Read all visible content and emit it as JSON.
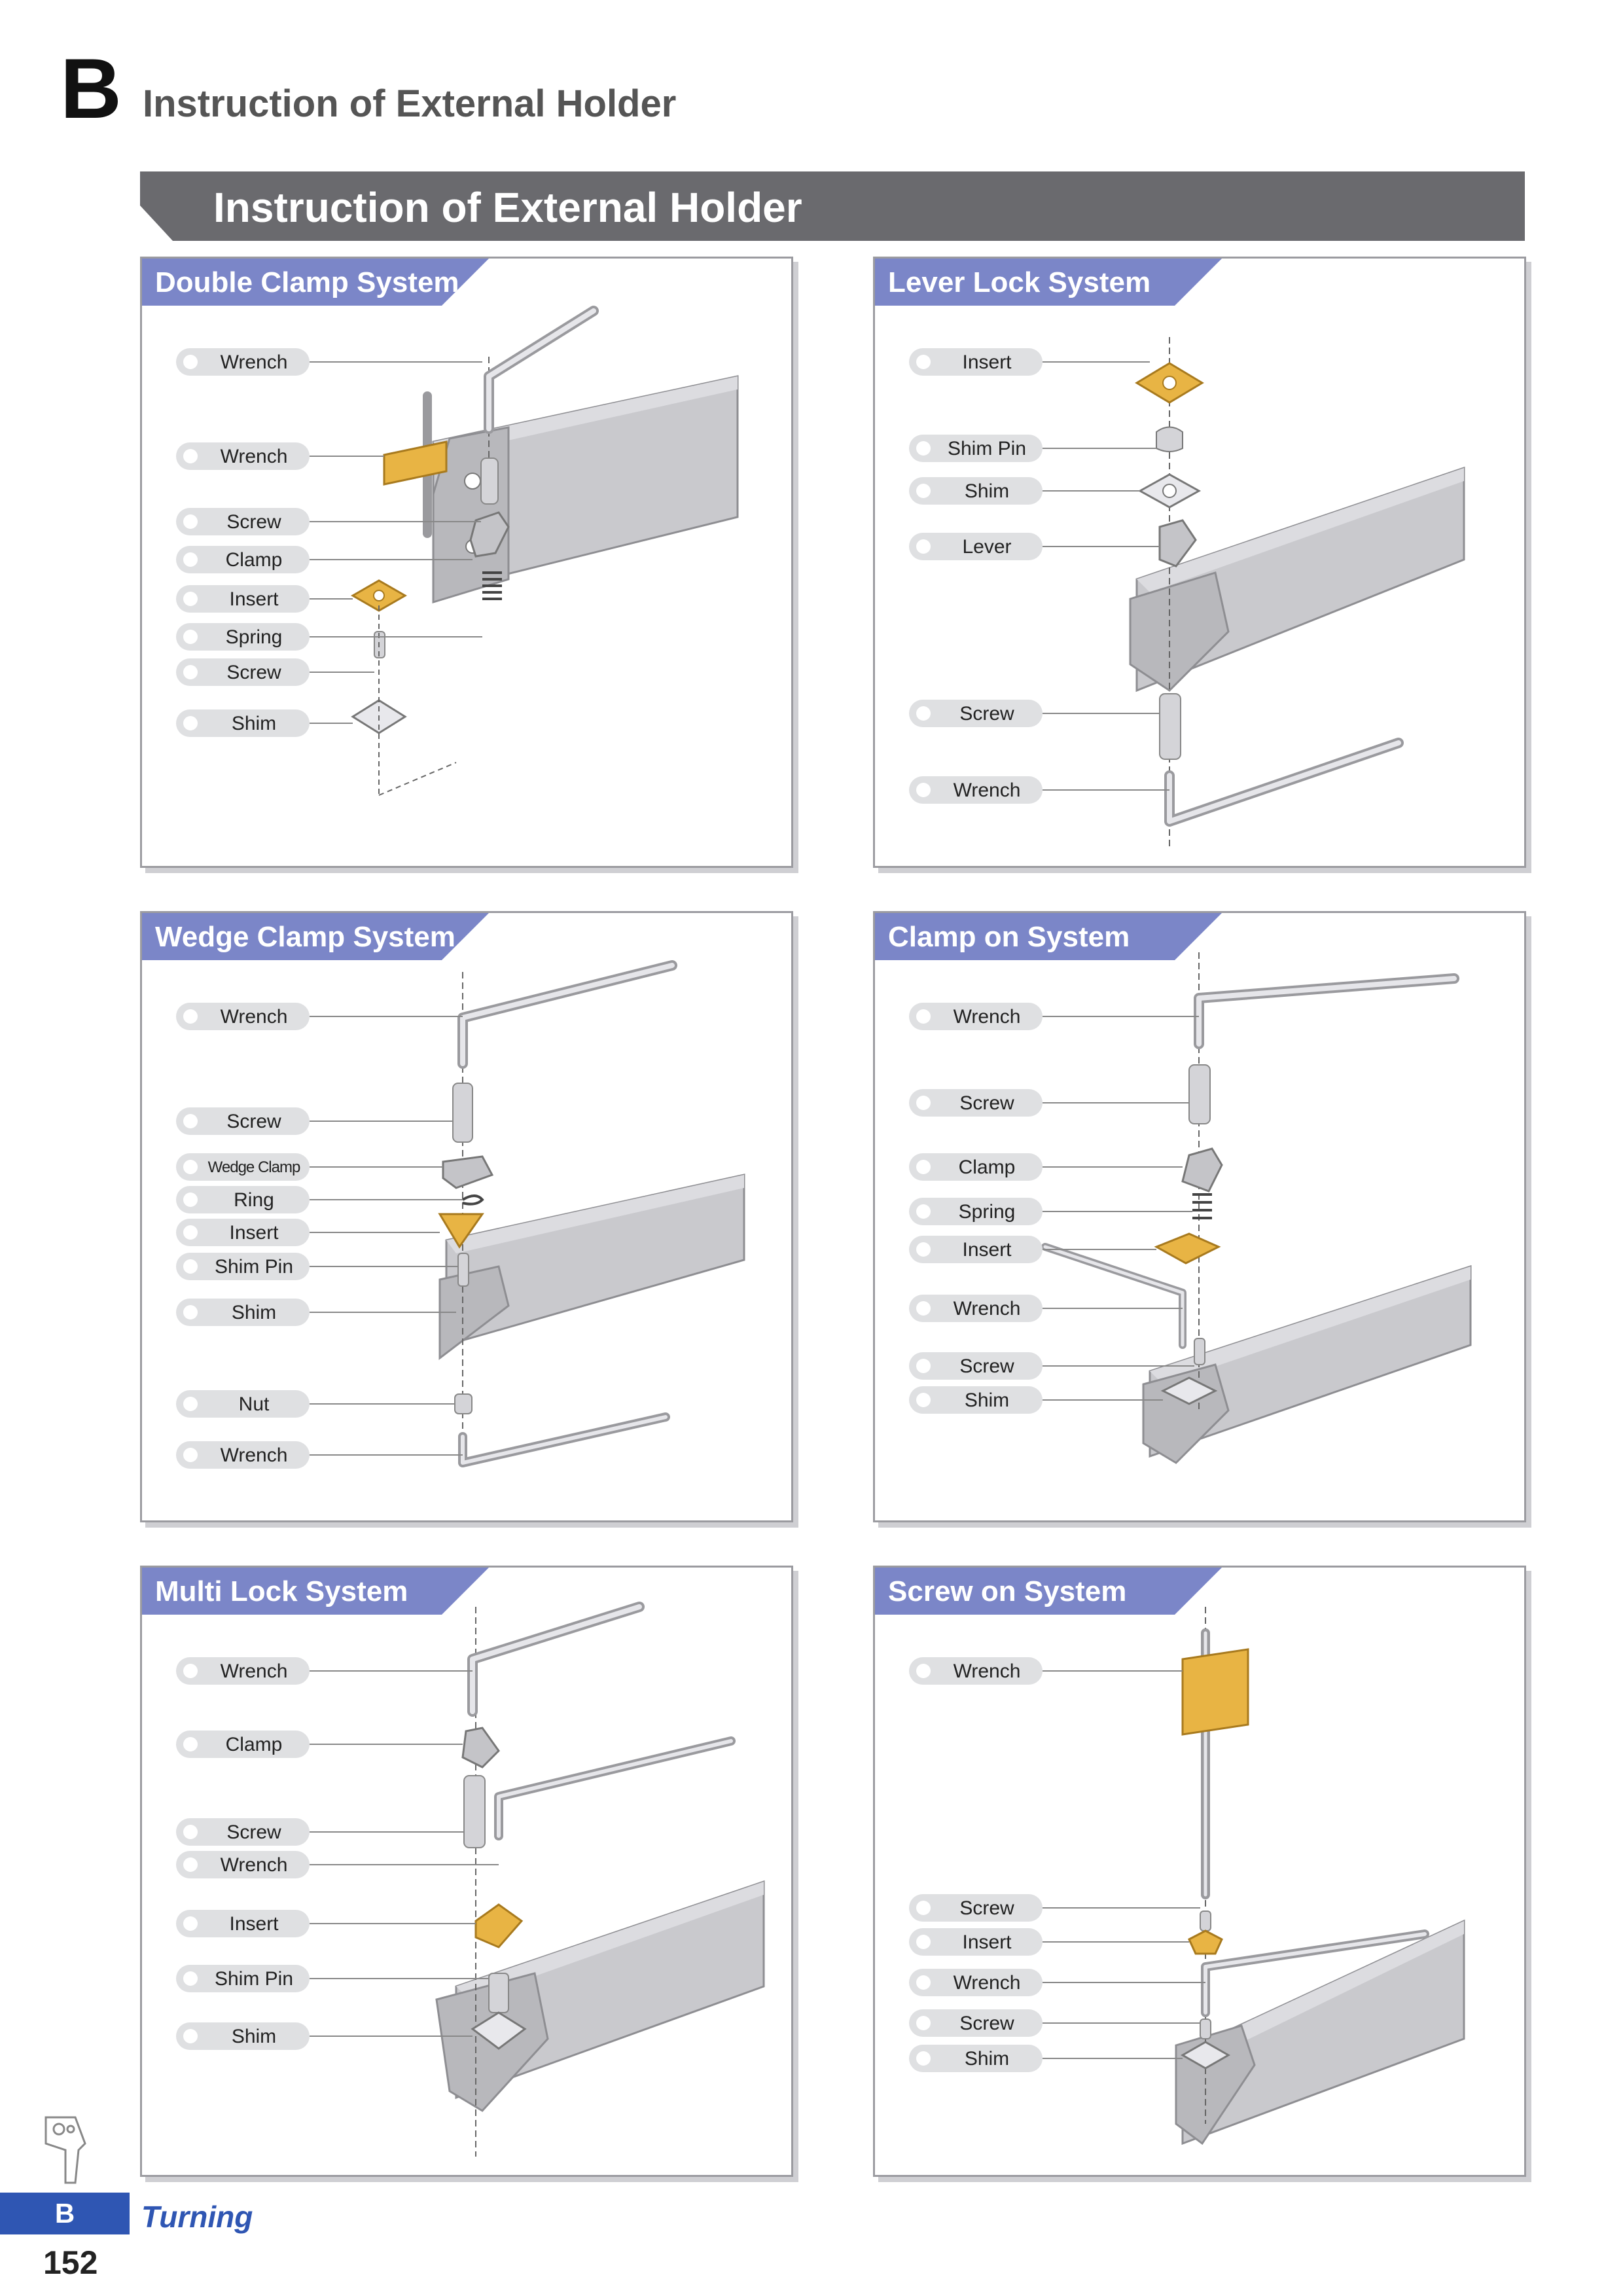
{
  "header": {
    "section_letter": "B",
    "section_title": "Instruction of External Holder",
    "banner_title": "Instruction of External Holder"
  },
  "panels": [
    {
      "title": "Double Clamp System",
      "labels": [
        "Wrench",
        "Wrench",
        "Screw",
        "Clamp",
        "Insert",
        "Spring",
        "Screw",
        "Shim"
      ]
    },
    {
      "title": "Lever Lock System",
      "labels": [
        "Insert",
        "Shim Pin",
        "Shim",
        "Lever",
        "Screw",
        "Wrench"
      ]
    },
    {
      "title": "Wedge Clamp System",
      "labels": [
        "Wrench",
        "Screw",
        "Wedge Clamp",
        "Ring",
        "Insert",
        "Shim Pin",
        "Shim",
        "Nut",
        "Wrench"
      ]
    },
    {
      "title": "Clamp on System",
      "labels": [
        "Wrench",
        "Screw",
        "Clamp",
        "Spring",
        "Insert",
        "Wrench",
        "Screw",
        "Shim"
      ]
    },
    {
      "title": "Multi Lock System",
      "labels": [
        "Wrench",
        "Clamp",
        "Screw",
        "Wrench",
        "Insert",
        "Shim Pin",
        "Shim"
      ]
    },
    {
      "title": "Screw on System",
      "labels": [
        "Wrench",
        "Screw",
        "Insert",
        "Wrench",
        "Screw",
        "Shim"
      ]
    }
  ],
  "footer": {
    "tab_letter": "B",
    "section_name": "Turning",
    "page_number": "152"
  },
  "colors": {
    "panel_header": "#7b86c8",
    "banner": "#6a6a6e",
    "insert_gold": "#e8b444",
    "tab_blue": "#2f56b3"
  }
}
